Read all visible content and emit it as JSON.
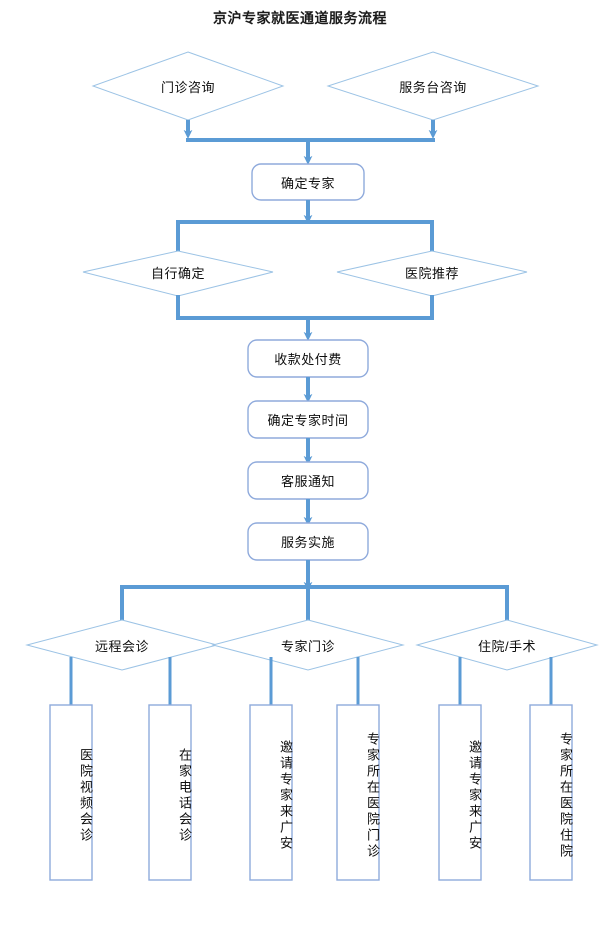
{
  "title": "京沪专家就医通道服务流程",
  "colors": {
    "connector": "#5b9bd5",
    "diamond_stroke": "#9cc3e5",
    "box_stroke": "#8faadc",
    "fill": "#ffffff",
    "text": "#0d0d0d"
  },
  "nodes": {
    "entry": [
      {
        "id": "outpatient-consult",
        "label": "门诊咨询",
        "shape": "diamond"
      },
      {
        "id": "service-desk-consult",
        "label": "服务台咨询",
        "shape": "diamond"
      }
    ],
    "confirm_expert": {
      "id": "confirm-expert",
      "label": "确定专家",
      "shape": "rounded-rect"
    },
    "choice": [
      {
        "id": "self-select",
        "label": "自行确定",
        "shape": "diamond"
      },
      {
        "id": "hospital-recommend",
        "label": "医院推荐",
        "shape": "diamond"
      }
    ],
    "chain": [
      {
        "id": "cashier-payment",
        "label": "收款处付费",
        "shape": "rounded-rect"
      },
      {
        "id": "confirm-expert-time",
        "label": "确定专家时间",
        "shape": "rounded-rect"
      },
      {
        "id": "customer-service-notice",
        "label": "客服通知",
        "shape": "rounded-rect"
      },
      {
        "id": "service-delivery",
        "label": "服务实施",
        "shape": "rounded-rect"
      }
    ],
    "services": [
      {
        "id": "remote-consult",
        "label": "远程会诊",
        "shape": "diamond"
      },
      {
        "id": "expert-clinic",
        "label": "专家门诊",
        "shape": "diamond"
      },
      {
        "id": "inpatient-surgery",
        "label": "住院/手术",
        "shape": "diamond"
      }
    ],
    "outcomes": [
      {
        "id": "hospital-video-consult",
        "label": "医院视频会诊",
        "shape": "vertical-box"
      },
      {
        "id": "home-phone-consult",
        "label": "在家电话会诊",
        "shape": "vertical-box"
      },
      {
        "id": "invite-expert-guangan-clinic",
        "label": "邀请专家来广安",
        "shape": "vertical-box"
      },
      {
        "id": "expert-home-hospital-clinic",
        "label": "专家所在医院门诊",
        "shape": "vertical-box"
      },
      {
        "id": "invite-expert-guangan-inpatient",
        "label": "邀请专家来广安",
        "shape": "vertical-box"
      },
      {
        "id": "expert-home-hospital-inpatient",
        "label": "专家所在医院住院",
        "shape": "vertical-box"
      }
    ]
  }
}
